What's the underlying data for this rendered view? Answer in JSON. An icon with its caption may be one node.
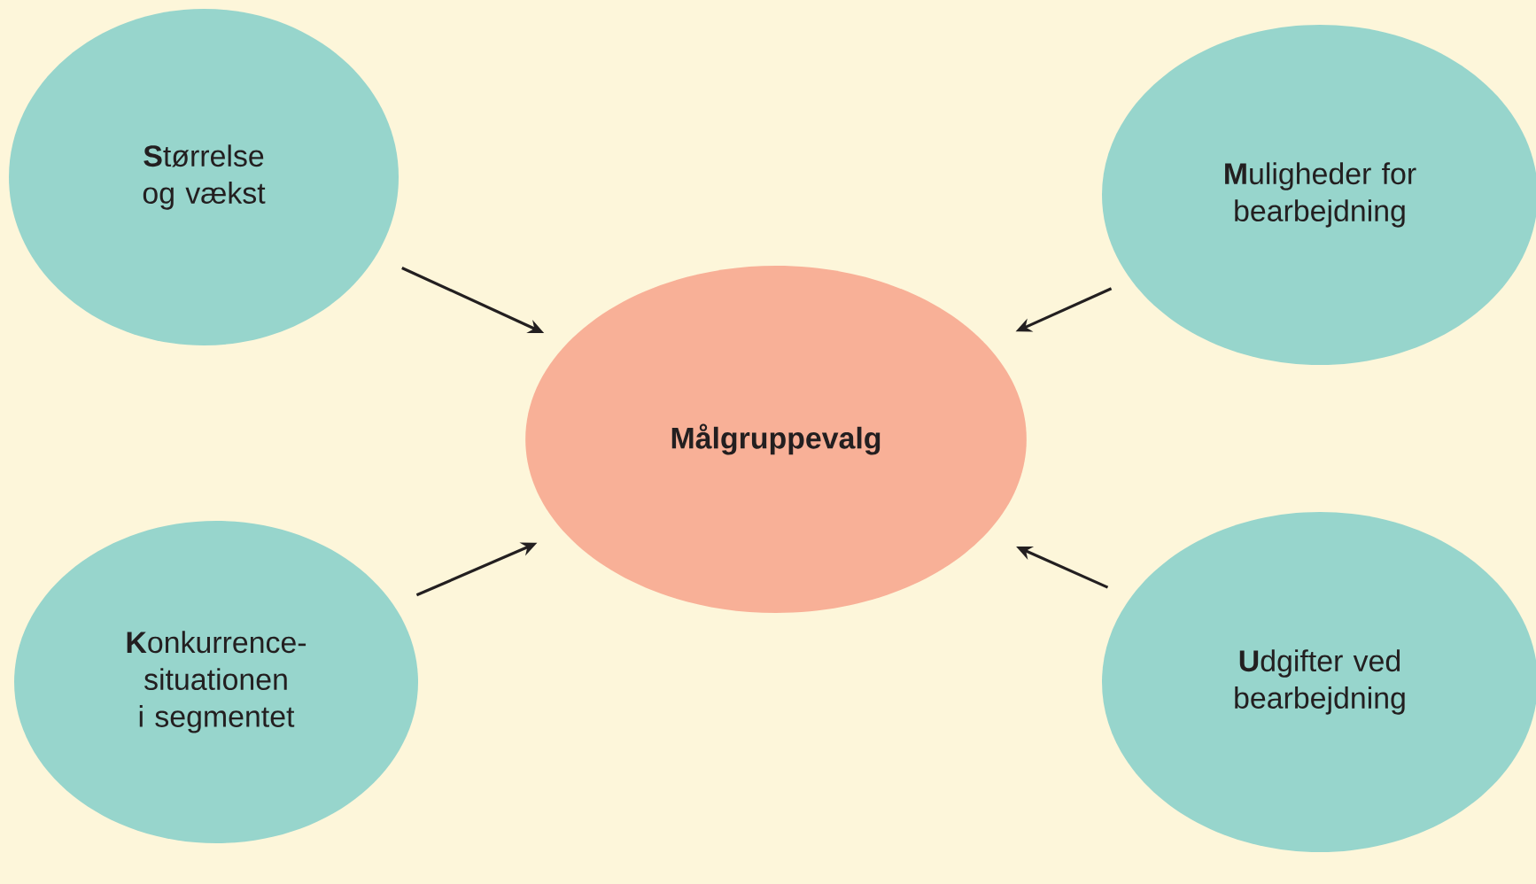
{
  "diagram": {
    "nodes": [
      {
        "text": [
          "**S**tørrelse og vækst"
        ]
      },
      {
        "text": [
          "**M**uligheder for bearbejdning"
        ]
      },
      {
        "text": [
          "Målgruppevalg"
        ]
      },
      {
        "text": [
          "**K**onkurrence- situationen i segmentet"
        ]
      },
      {
        "text": [
          "**U**dgifter ved bearbejdning"
        ]
      }
    ],
    "edges": [
      {
        "from": 0,
        "to": 2,
        "arrow": "to"
      },
      {
        "from": 1,
        "to": 2,
        "arrow": "to"
      },
      {
        "from": 3,
        "to": 2,
        "arrow": "to"
      },
      {
        "from": 4,
        "to": 2,
        "arrow": "to"
      }
    ]
  }
}
